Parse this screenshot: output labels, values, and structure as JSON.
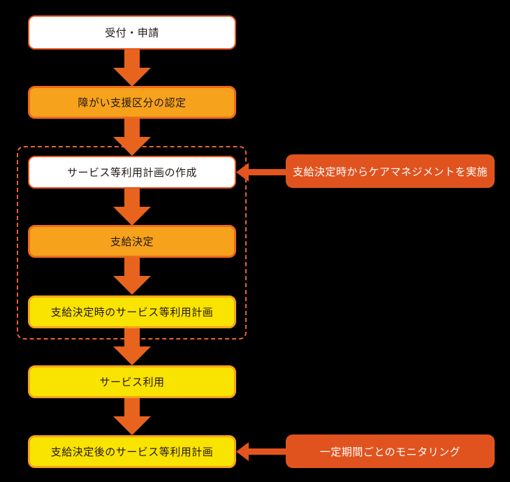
{
  "palette": {
    "background": "#000000",
    "accent_vermilion": "#E3541E",
    "node_orange_fill": "#F6A21C",
    "node_yellow_fill": "#F9E300",
    "node_border_white_box": "#E8541E",
    "node_border_orange_box": "#EC6A1A",
    "node_border_yellow_box": "#F5A41C",
    "down_arrow_fill": "#E8641E",
    "annotation_fill": "#E0531F",
    "dark_text": "#231815",
    "light_text": "#FFFFFF"
  },
  "flow": {
    "nodes": [
      {
        "label": "受付・申請",
        "style": "white"
      },
      {
        "label": "障がい支援区分の認定",
        "style": "orange"
      },
      {
        "label": "サービス等利用計画の作成",
        "style": "white"
      },
      {
        "label": "支給決定",
        "style": "orange"
      },
      {
        "label": "支給決定時のサービス等利用計画",
        "style": "yellow"
      },
      {
        "label": "サービス利用",
        "style": "yellow"
      },
      {
        "label": "支給決定後のサービス等利用計画",
        "style": "yellow"
      }
    ],
    "annotations": [
      {
        "label": "支給決定時からケアマネジメントを実施",
        "points_to": "サービス等利用計画の作成"
      },
      {
        "label": "一定期間ごとのモニタリング",
        "points_to": "支給決定後のサービス等利用計画"
      }
    ]
  }
}
